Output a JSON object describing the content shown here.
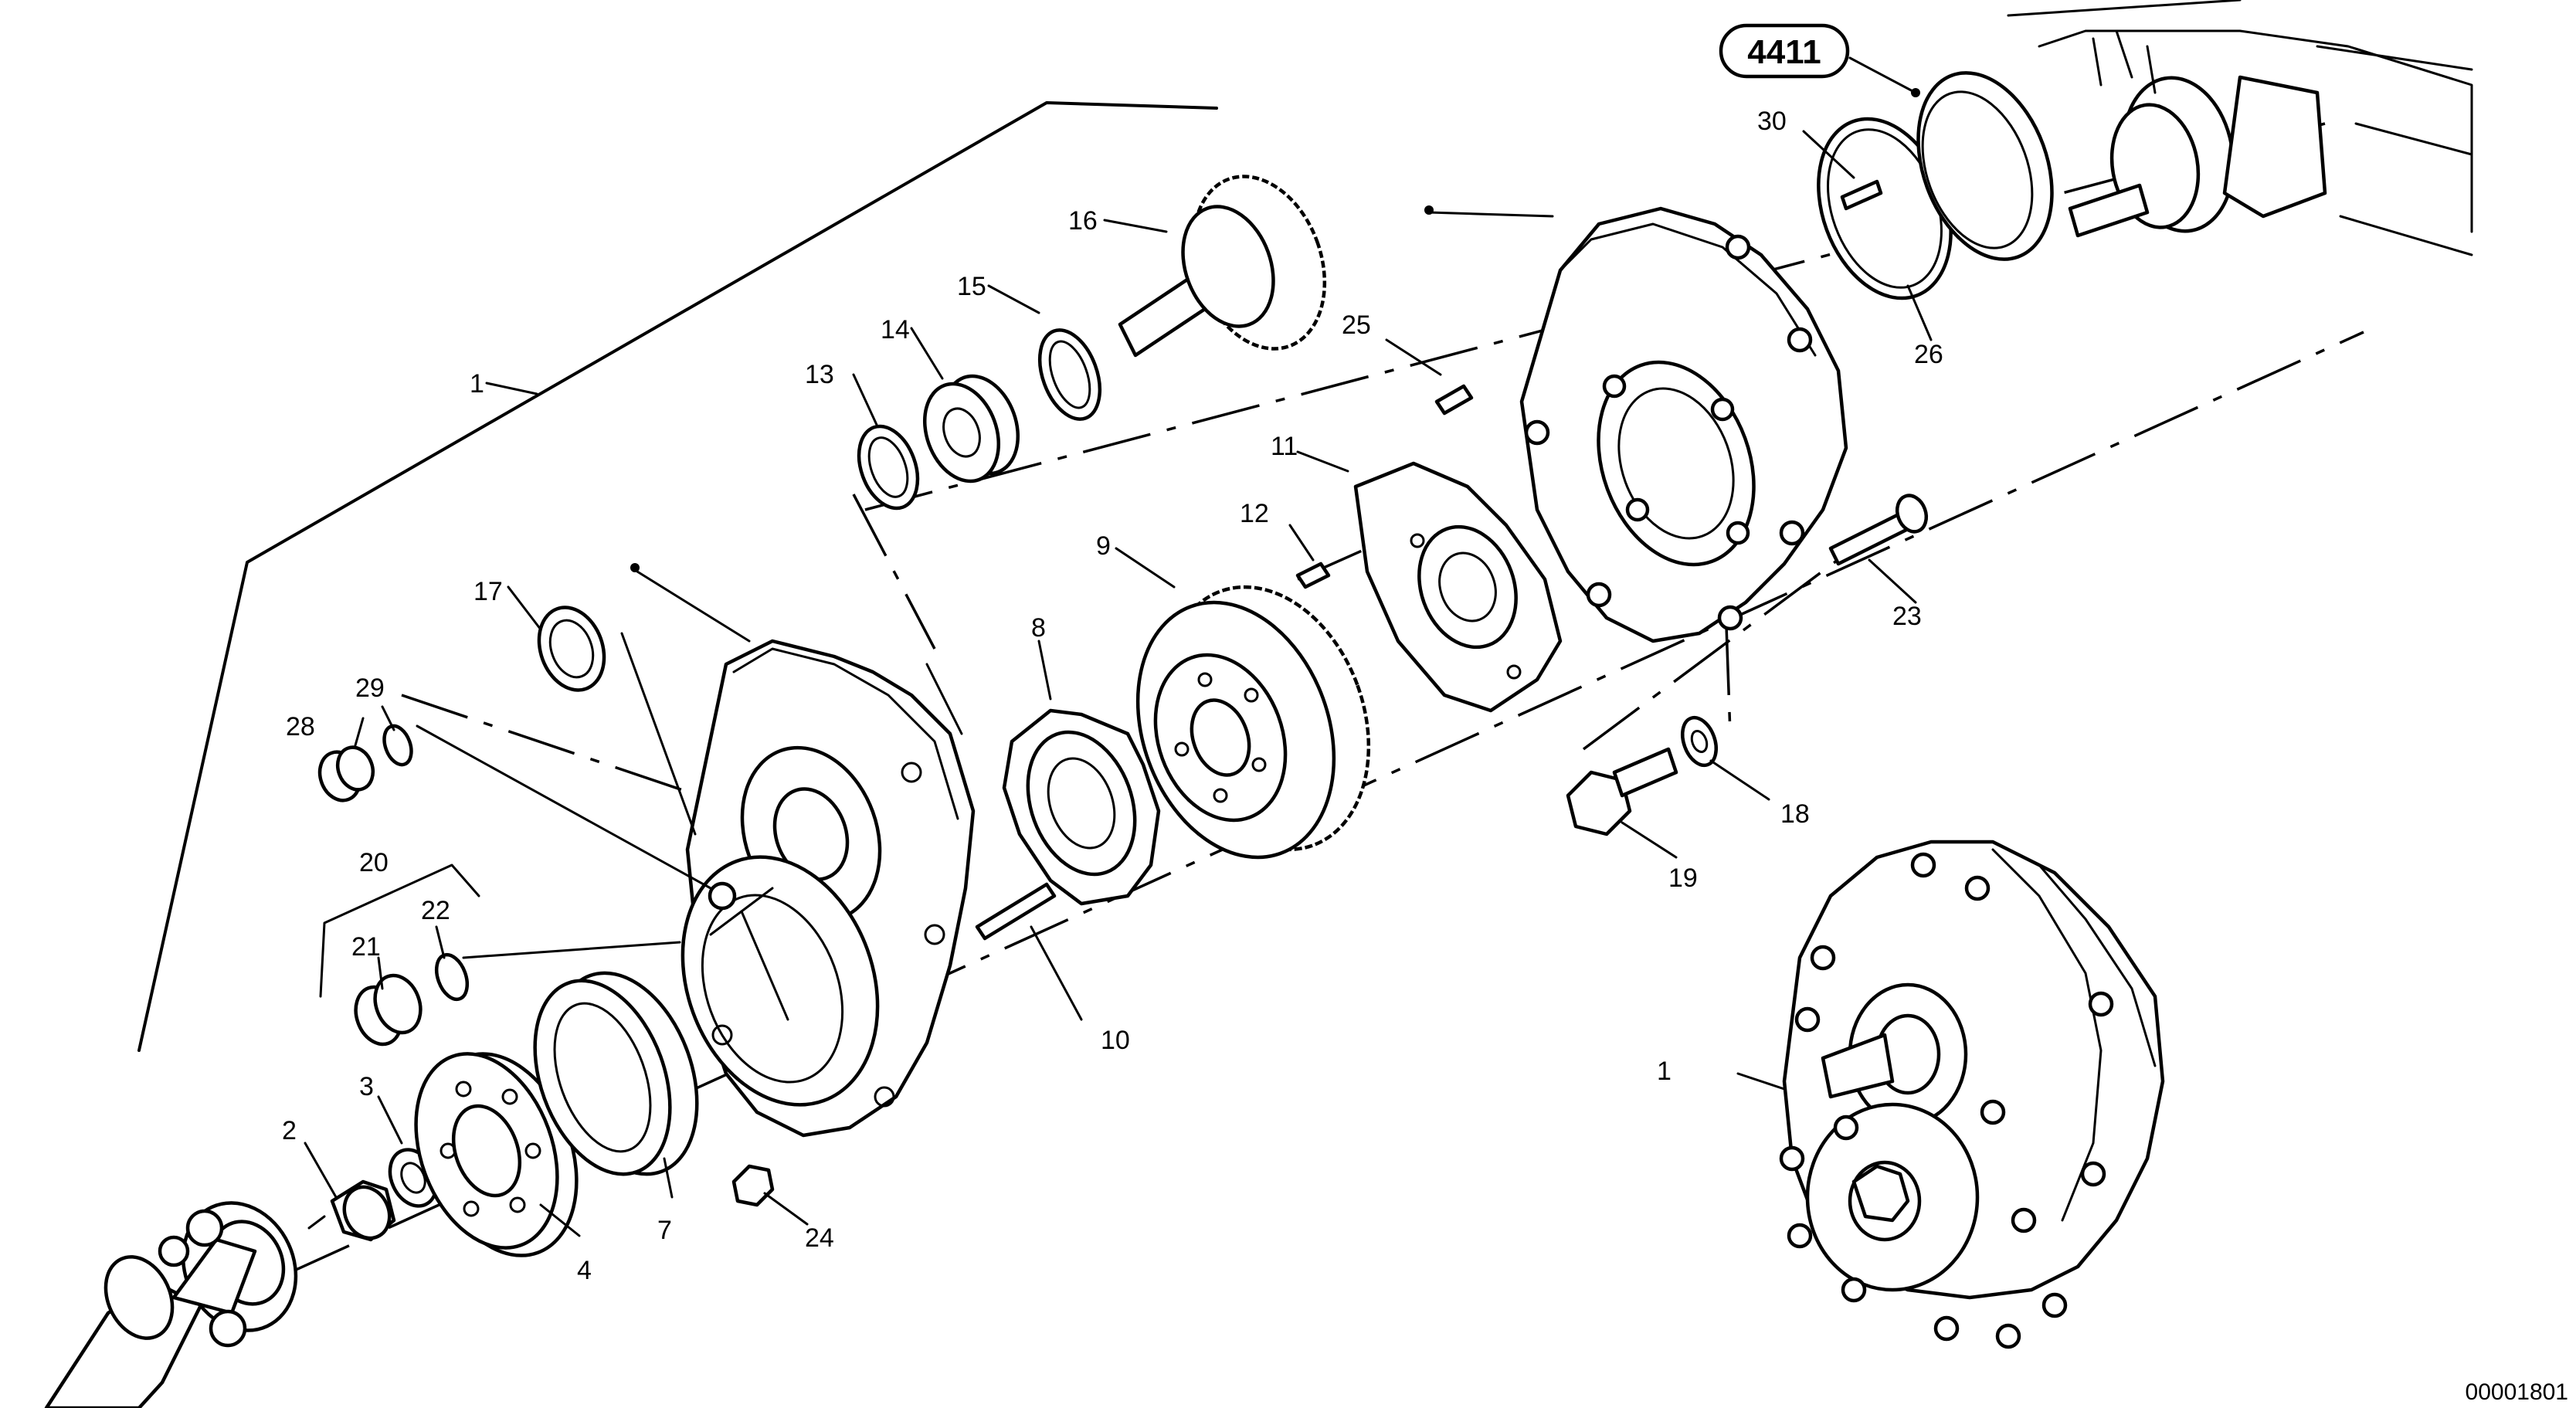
{
  "diagram": {
    "group_reference": "4411",
    "drawing_number": "00001801"
  },
  "labels": [
    {
      "id": "1a",
      "text": "1"
    },
    {
      "id": "1b",
      "text": "1"
    },
    {
      "id": "2",
      "text": "2"
    },
    {
      "id": "3",
      "text": "3"
    },
    {
      "id": "4",
      "text": "4"
    },
    {
      "id": "7",
      "text": "7"
    },
    {
      "id": "8",
      "text": "8"
    },
    {
      "id": "9",
      "text": "9"
    },
    {
      "id": "10",
      "text": "10"
    },
    {
      "id": "11",
      "text": "11"
    },
    {
      "id": "12",
      "text": "12"
    },
    {
      "id": "13",
      "text": "13"
    },
    {
      "id": "14",
      "text": "14"
    },
    {
      "id": "15",
      "text": "15"
    },
    {
      "id": "16",
      "text": "16"
    },
    {
      "id": "17",
      "text": "17"
    },
    {
      "id": "18",
      "text": "18"
    },
    {
      "id": "19",
      "text": "19"
    },
    {
      "id": "20",
      "text": "20"
    },
    {
      "id": "21",
      "text": "21"
    },
    {
      "id": "22",
      "text": "22"
    },
    {
      "id": "23",
      "text": "23"
    },
    {
      "id": "24",
      "text": "24"
    },
    {
      "id": "25",
      "text": "25"
    },
    {
      "id": "26",
      "text": "26"
    },
    {
      "id": "28",
      "text": "28"
    },
    {
      "id": "29",
      "text": "29"
    },
    {
      "id": "30",
      "text": "30"
    }
  ]
}
